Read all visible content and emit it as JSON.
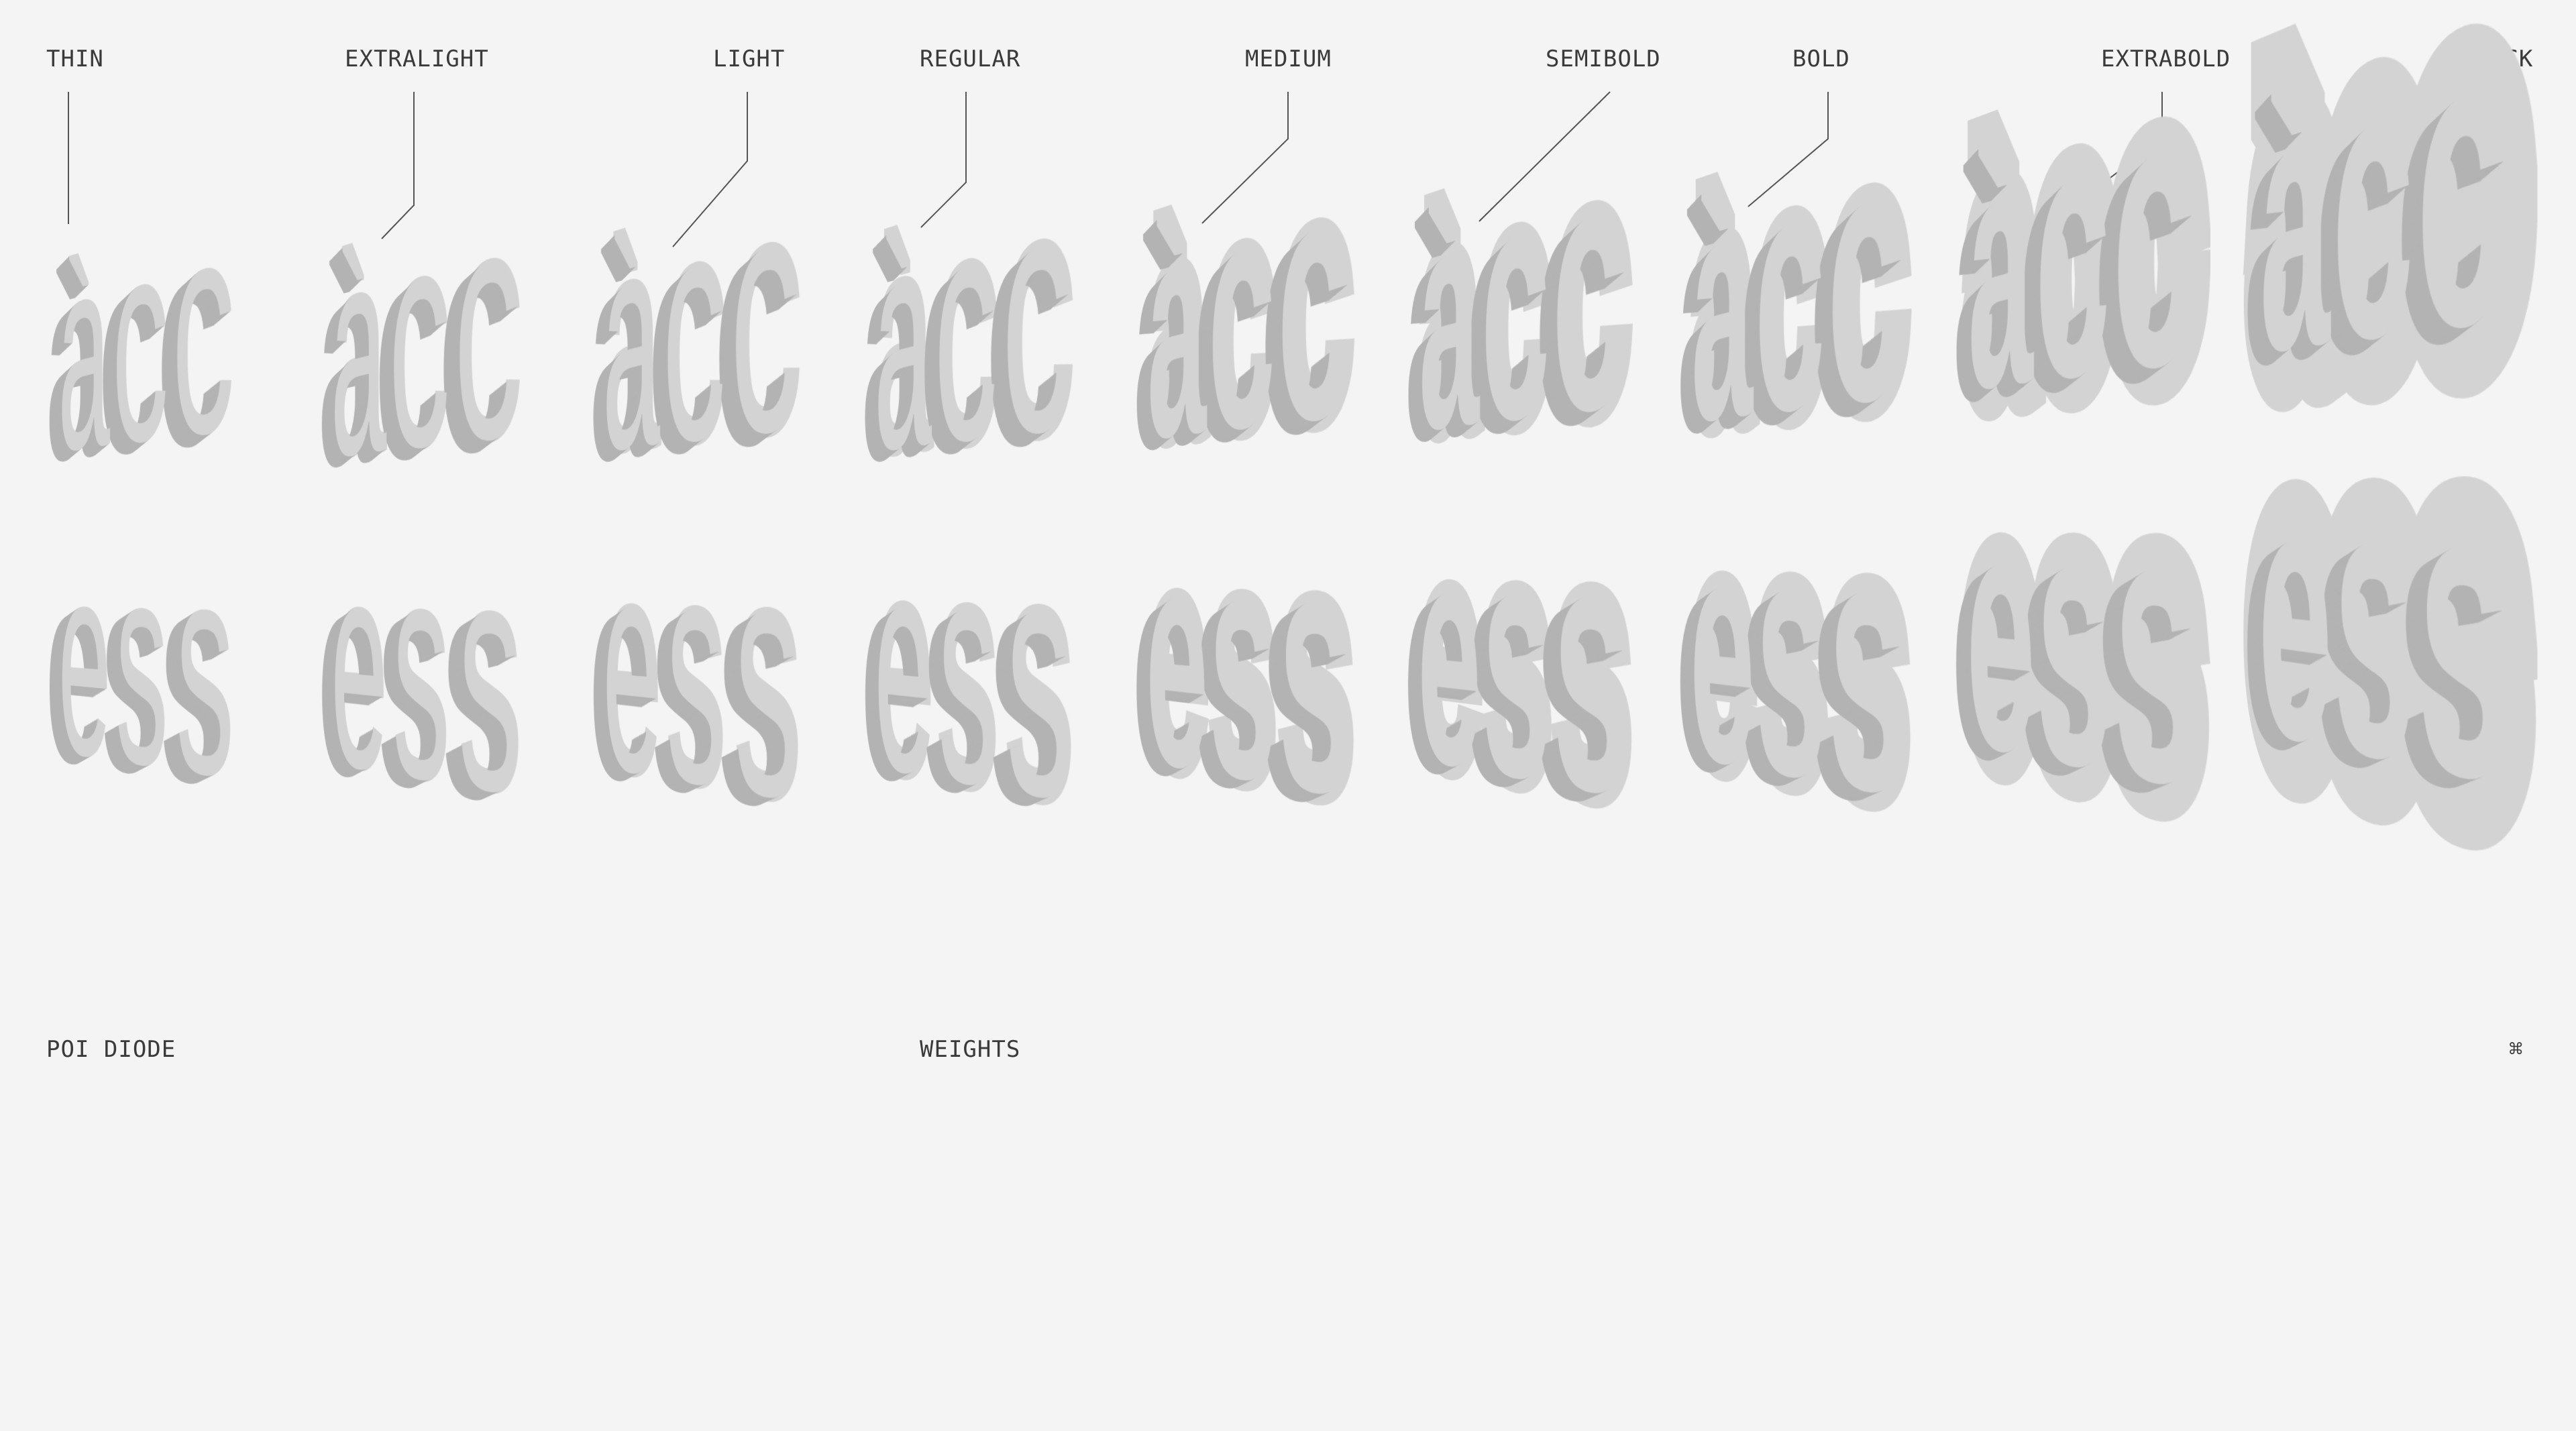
{
  "weights": [
    {
      "label": "THIN",
      "top": "àcc",
      "bottom": "ess",
      "stroke": 0,
      "weight": "normal"
    },
    {
      "label": "EXTRALIGHT",
      "top": "àcc",
      "bottom": "ess",
      "stroke": 2,
      "weight": "normal"
    },
    {
      "label": "LIGHT",
      "top": "àcc",
      "bottom": "ess",
      "stroke": 5,
      "weight": "normal"
    },
    {
      "label": "REGULAR",
      "top": "àcc",
      "bottom": "ess",
      "stroke": 9,
      "weight": "normal"
    },
    {
      "label": "MEDIUM",
      "top": "àcc",
      "bottom": "ess",
      "stroke": 14,
      "weight": "bold"
    },
    {
      "label": "SEMIBOLD",
      "top": "àcc",
      "bottom": "ess",
      "stroke": 18,
      "weight": "bold"
    },
    {
      "label": "BOLD",
      "top": "àcc",
      "bottom": "ess",
      "stroke": 22,
      "weight": "bold"
    },
    {
      "label": "EXTRABOLD",
      "top": "àcc",
      "bottom": "ess",
      "stroke": 40,
      "weight": "bold"
    },
    {
      "label": "BLACK",
      "top": "àcc",
      "bottom": "ess",
      "stroke": 70,
      "weight": "bold"
    }
  ],
  "footer": {
    "brand": "POI DIODE",
    "title": "WEIGHTS",
    "symbol": "⌘"
  },
  "colors": {
    "background": "#f4f4f4",
    "face": "#d3d3d3",
    "side": "#b3b3b3",
    "text": "#3a3a3a"
  }
}
